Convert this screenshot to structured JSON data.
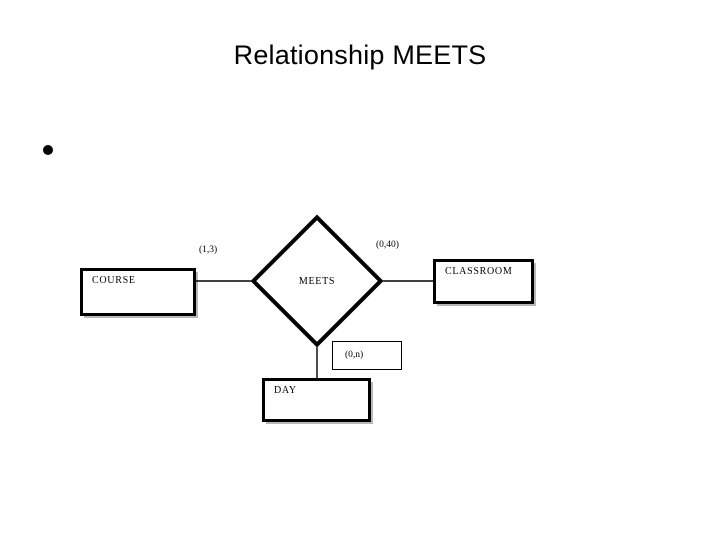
{
  "slide": {
    "title": "Relationship MEETS",
    "background_color": "#ffffff",
    "foreground_color": "#000000"
  },
  "bullet": {
    "marker": "filled-round-bullet",
    "text": ""
  },
  "diagram": {
    "kind": "entity-relationship-diagram",
    "notation": "min-max cardinality",
    "entities": [
      {
        "id": "course",
        "label": "COURSE"
      },
      {
        "id": "classroom",
        "label": "CLASSROOM"
      },
      {
        "id": "day",
        "label": "DAY"
      }
    ],
    "relationships": [
      {
        "id": "meets",
        "label": "MEETS",
        "shape": "diamond"
      }
    ],
    "connections": [
      {
        "id": "course-meets",
        "from": "course",
        "to": "meets",
        "cardinality": "(1,3)",
        "cardinality_boxed": false
      },
      {
        "id": "meets-classroom",
        "from": "meets",
        "to": "classroom",
        "cardinality": "(0,40)",
        "cardinality_boxed": false
      },
      {
        "id": "meets-day",
        "from": "meets",
        "to": "day",
        "cardinality": "(0,n)",
        "cardinality_boxed": true
      }
    ]
  }
}
